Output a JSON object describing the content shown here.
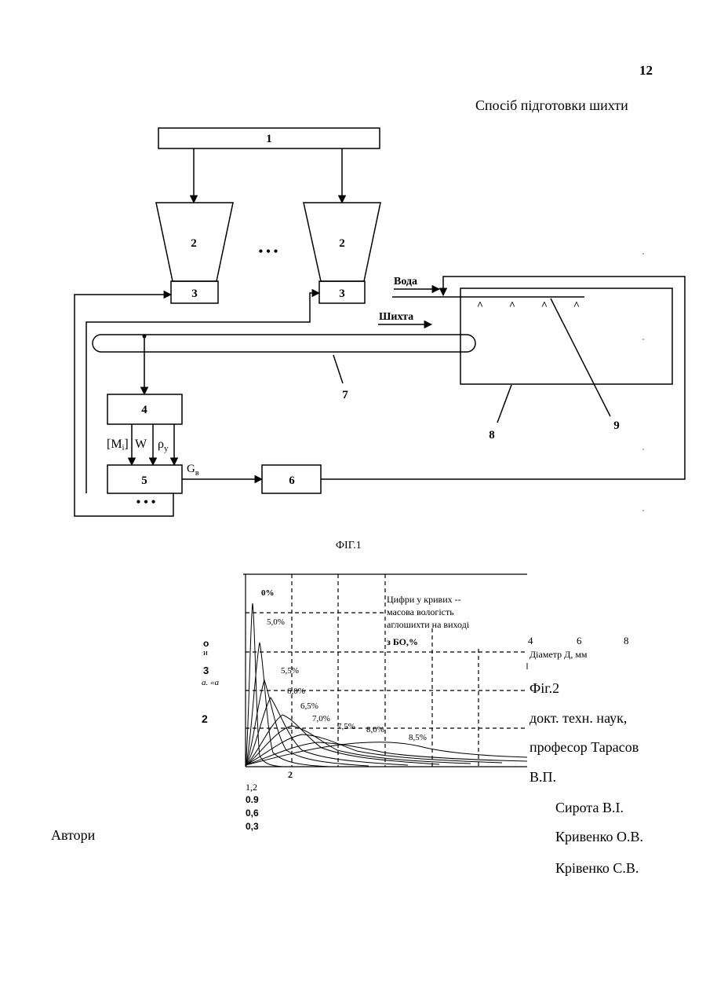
{
  "page": {
    "number": "12",
    "title": "Спосіб підготовки шихти"
  },
  "fig1": {
    "caption": "ФІГ.1",
    "box1": "1",
    "hopper_left": "2",
    "hopper_right": "2",
    "dots_middle": "• • •",
    "feeder_left": "3",
    "feeder_right": "3",
    "water_label": "Вода",
    "charge_label": "Шихта",
    "box4": "4",
    "box5": "5",
    "box6": "6",
    "label7": "7",
    "label8": "8",
    "label9": "9",
    "signal_m": "[M",
    "signal_m_sub": "i",
    "signal_m_close": "]",
    "signal_w": "W",
    "signal_rho": "ρ",
    "signal_rho_sub": "у",
    "signal_g": "G",
    "signal_g_sub": "в",
    "dots_bottom": "• • •",
    "nozzle_mark": "^"
  },
  "fig2": {
    "caption": "Фіг.2",
    "note_line1": "Цифри у кривих --",
    "note_line2": "масова вологість",
    "note_line3": "аглошихти на виході",
    "note_line4": "з БО,%",
    "x_ticks": [
      "2",
      "4",
      "6",
      "8"
    ],
    "x_axis_label": "Діаметр Д, мм",
    "y_ticks": [
      "1,2",
      "0.9",
      "0,6",
      "0,3"
    ],
    "y_stray": [
      "о",
      "и",
      "3",
      "а. «а",
      "2"
    ],
    "curve_labels": [
      "0%",
      "5,0%",
      "5,5%",
      "6,0%",
      "6,5%",
      "7,0%",
      "7,5%",
      "8,0%",
      "8,5%"
    ]
  },
  "signature": {
    "line1": "докт. техн. наук,",
    "line2": "професор Тарасов",
    "line3": "В.П.",
    "authors_label": "Автори",
    "authors": [
      "Сирота В.І.",
      "Кривенко О.В.",
      "Крівенко С.В."
    ]
  }
}
